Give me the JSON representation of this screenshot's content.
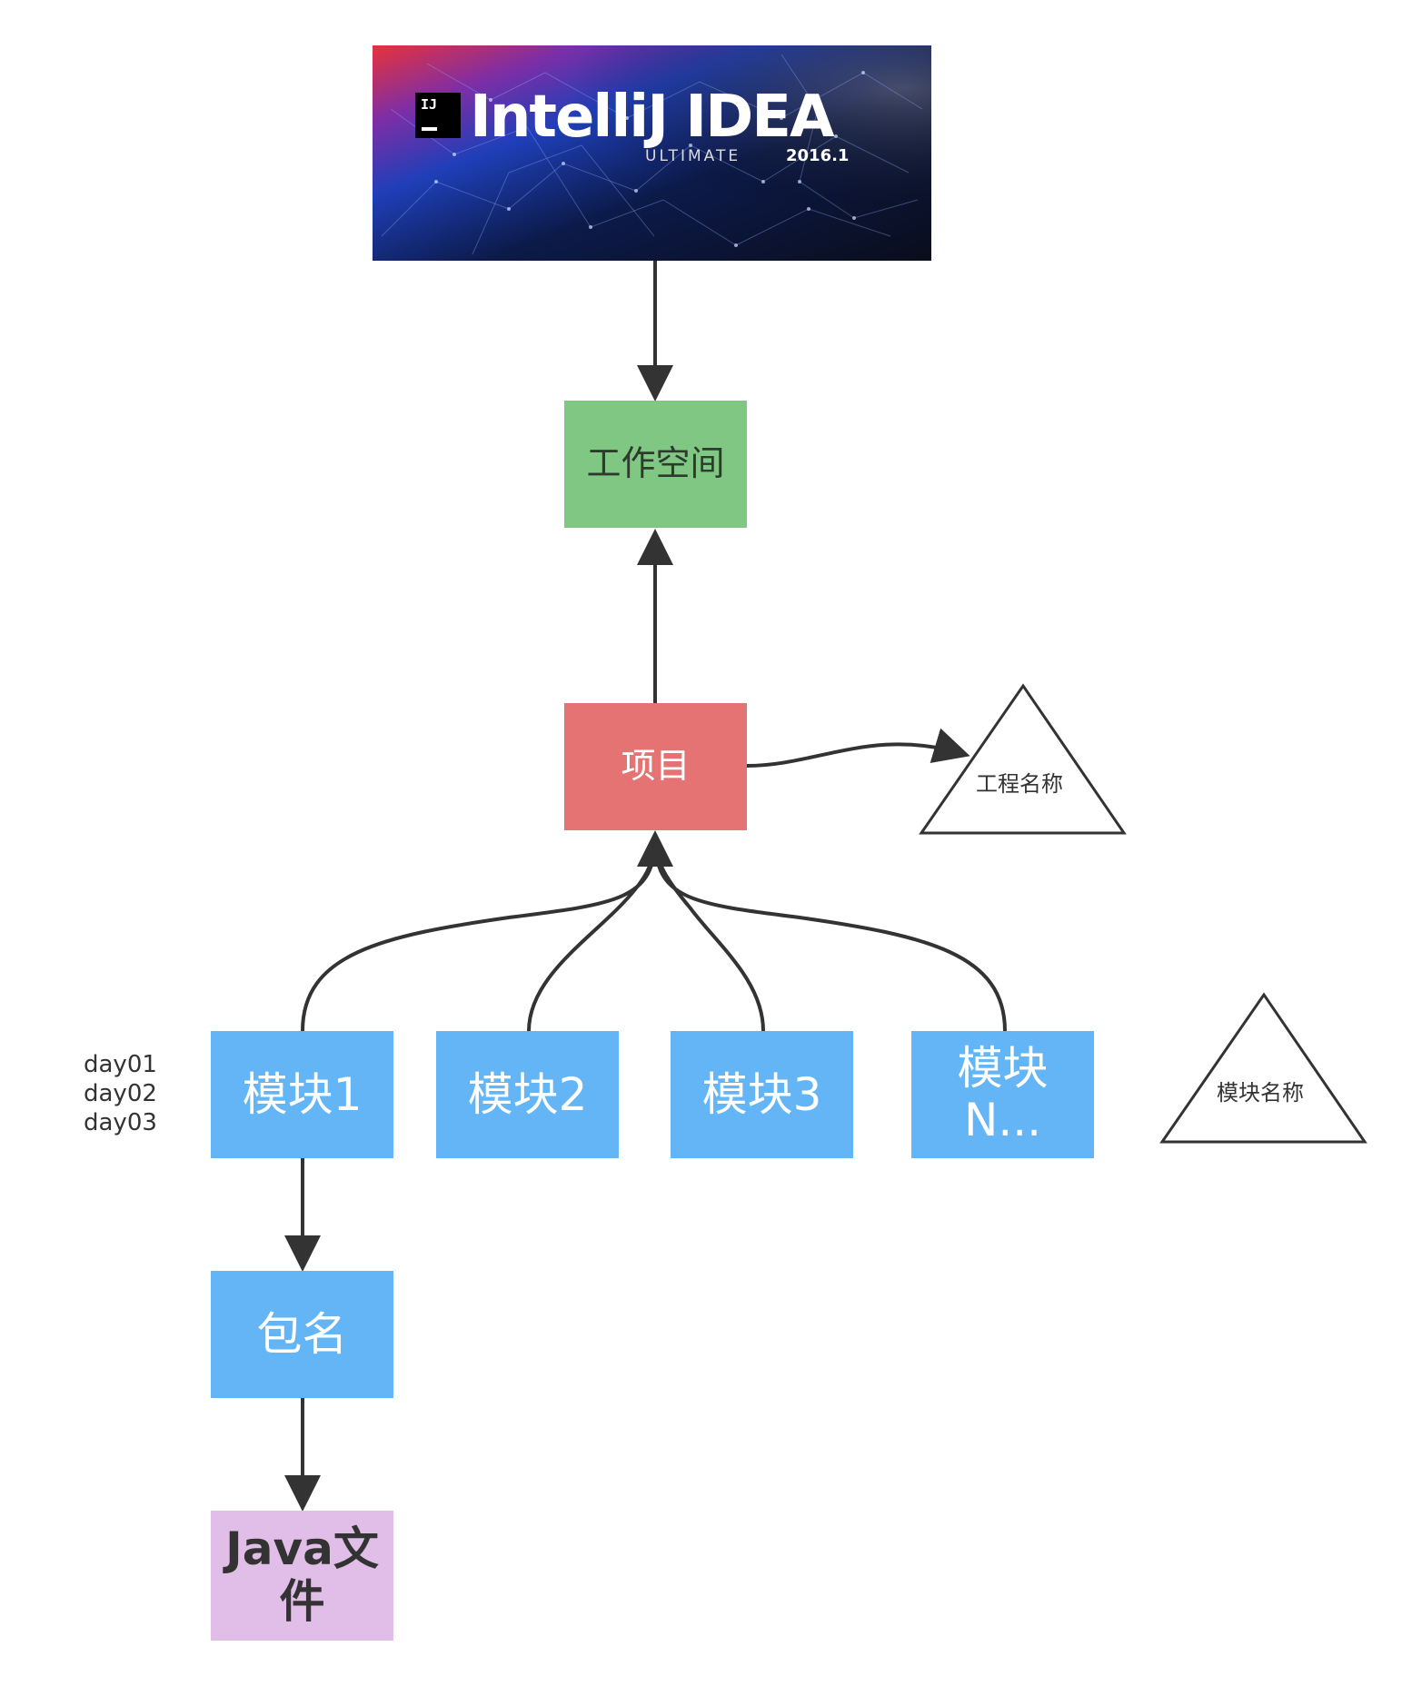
{
  "banner": {
    "logo_text": "IJ",
    "title": "IntelliJ IDEA",
    "edition": "ULTIMATE",
    "version": "2016.1"
  },
  "nodes": {
    "workspace": "工作空间",
    "project": "项目",
    "module1": "模块1",
    "module2": "模块2",
    "module3": "模块3",
    "moduleN_line1": "模块",
    "moduleN_line2": "N...",
    "package": "包名",
    "java_line1": "Java文",
    "java_line2": "件"
  },
  "triangles": {
    "project_name": "工程名称",
    "module_name": "模块名称"
  },
  "module_examples": [
    "day01",
    "day02",
    "day03"
  ],
  "colors": {
    "workspace": "#81c784",
    "project": "#e57373",
    "module": "#64b5f6",
    "java": "#e1bee7",
    "edge": "#333333"
  }
}
